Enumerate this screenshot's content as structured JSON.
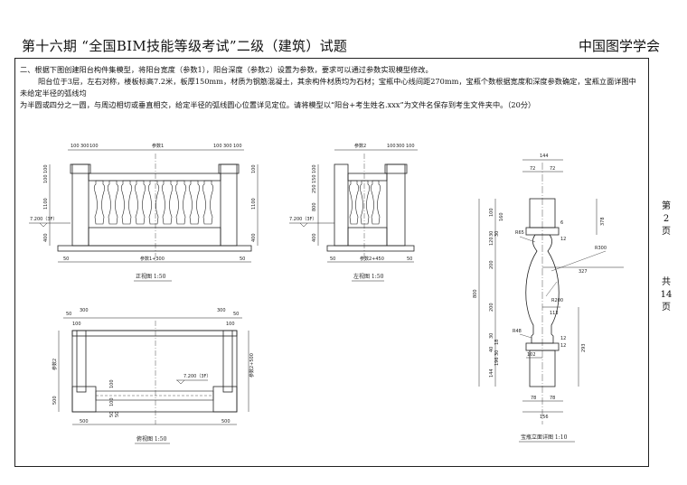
{
  "header": {
    "title": "第十六期 “全国BIM技能等级考试”二级（建筑）试题",
    "org": "中国图学学会"
  },
  "task": {
    "line1": "二、根据下图创建阳台构件集模型，将阳台宽度（参数1），阳台深度（参数2）设置为参数，要求可以通过参数实现模型修改。",
    "line2": "阳台位于3层，左右对称，楼板标高7.2米，板厚150mm，材质为钢筋混凝土，其余构件材质均为石材；宝瓶中心线间距270mm，宝瓶个数根据宽度和深度参数确定，宝瓶立面详图中未给定半径的弧线均",
    "line3": "为半圆或四分之一圆，与周边相切或垂直相交，给定半径的弧线圆心位置详见定位。请将模型以“阳台+考生姓名.xxx”为文件名保存到考生文件夹中。（20分）"
  },
  "side": {
    "page_label": "第",
    "page_no": "2",
    "page_unit": "页",
    "total_label": "共",
    "total_no": "14",
    "total_unit": "页"
  },
  "drawings": {
    "front": {
      "caption": "正视图 1:50",
      "dims_top": [
        "100",
        "300",
        "100",
        "参数1",
        "100",
        "300",
        "100"
      ],
      "dims_left": [
        "100",
        "100",
        "1100",
        "400"
      ],
      "dims_right": [
        "100",
        "1100",
        "400"
      ],
      "level": "7.200（3F）",
      "bottom": [
        "50",
        "参数1+300",
        "50"
      ]
    },
    "side": {
      "caption": "左视图 1:50",
      "dims_top": [
        "参数2",
        "100",
        "300",
        "100"
      ],
      "dims_left": [
        "100",
        "150",
        "250",
        "800",
        "400"
      ],
      "level": "7.200（3F）",
      "bottom": [
        "50",
        "参数2+450",
        "50"
      ]
    },
    "plan": {
      "caption": "俯视图 1:50",
      "dims_top": [
        "50",
        "300",
        "300",
        "50"
      ],
      "dims_top_small": [
        "100",
        "100"
      ],
      "dims_left": [
        "参数2",
        "500"
      ],
      "dims_right": [
        "参数2+500"
      ],
      "level": "7.200（3F）",
      "inner": [
        "100",
        "100",
        "50",
        "50"
      ],
      "bottom": [
        "500",
        "500"
      ]
    },
    "detail": {
      "caption": "宝瓶立面详图 1:10",
      "dims_top": [
        "144",
        "72",
        "72"
      ],
      "dims_left": [
        "800",
        "100",
        "160",
        "30",
        "30",
        "120",
        "200",
        "200",
        "30",
        "18",
        "40",
        "30",
        "196",
        "144"
      ],
      "radii": [
        "R65",
        "R300",
        "R200",
        "R48"
      ],
      "misc": [
        "6",
        "12",
        "12",
        "12",
        "378",
        "327",
        "113",
        "293",
        "102"
      ],
      "bottom": [
        "78",
        "78",
        "156"
      ]
    }
  }
}
